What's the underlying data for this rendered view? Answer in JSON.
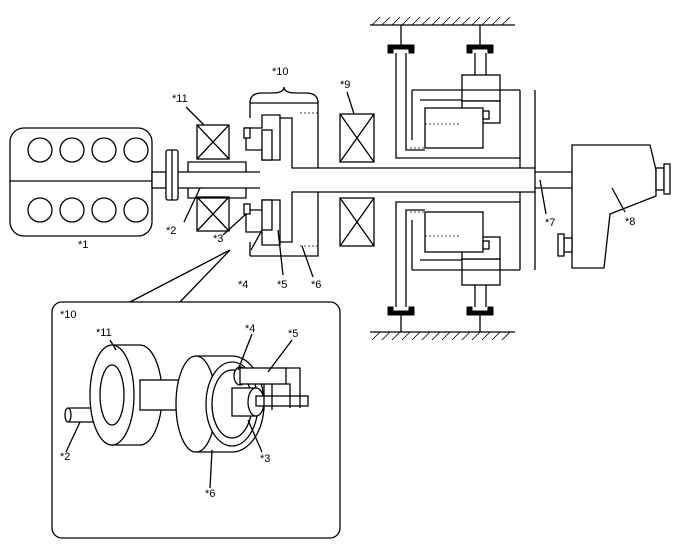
{
  "labels": {
    "engine": "*1",
    "input_shaft": "*2",
    "sun_gear": "*3",
    "planetary_carrier": "*4",
    "pinion": "*5",
    "ring_gear": "*6",
    "output_shaft": "*7",
    "differential": "*8",
    "generator_motor": "*9",
    "planetary_gear_unit": "*10",
    "generator": "*11"
  },
  "inset": {
    "title": "*10",
    "generator": "*11",
    "planetary_carrier": "*4",
    "pinion": "*5",
    "input_shaft": "*2",
    "sun_gear": "*3",
    "ring_gear": "*6"
  }
}
